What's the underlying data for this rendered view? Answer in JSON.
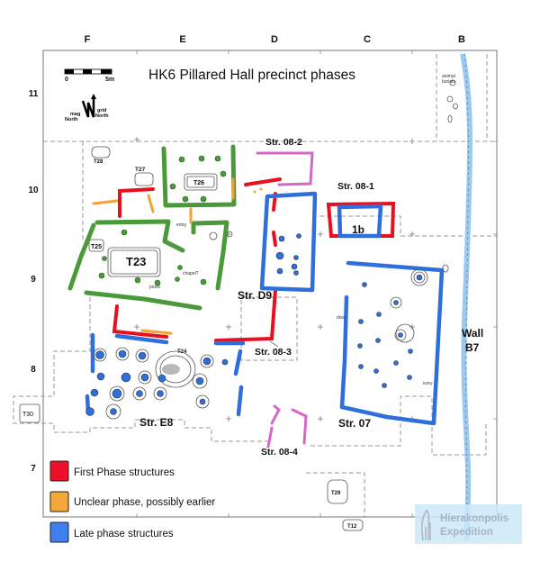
{
  "title": "HK6 Pillared Hall precinct phases",
  "grid": {
    "columns": [
      "F",
      "E",
      "D",
      "C",
      "B"
    ],
    "rows": [
      "11",
      "10",
      "9",
      "8",
      "7"
    ]
  },
  "scale_bar": {
    "start": "0",
    "end": "5m"
  },
  "north_arrow": {
    "mag": "mag",
    "mag2": "North",
    "grid": "grid",
    "grid2": "North"
  },
  "structures": {
    "str_08_2": "Str. 08-2",
    "str_08_1": "Str. 08-1",
    "str_1b": "1b",
    "str_d9": "Str. D9",
    "str_08_3": "Str. 08-3",
    "str_e8": "Str. E8",
    "str_07": "Str. 07",
    "str_08_4": "Str. 08-4",
    "wall_b7_1": "Wall",
    "wall_b7_2": "B7"
  },
  "tombs": {
    "t28": "T28",
    "t27": "T27",
    "t26": "T26",
    "t25": "T25",
    "t23": "T23",
    "t24": "T24",
    "t30": "T30",
    "t29": "T29",
    "t12": "T12"
  },
  "notes": {
    "animal": "animal",
    "burials": "burials",
    "entry": "entry",
    "chapel": "chapel?",
    "posts": "posts",
    "door": "door",
    "ivory": "ivory"
  },
  "legend": [
    {
      "label": "First Phase structures",
      "color": "#e8101f"
    },
    {
      "label": "Unclear phase, possibly earlier",
      "color": "#f5a83a"
    },
    {
      "label": "Late phase structures",
      "color": "#3f7ff0"
    }
  ],
  "watermark": {
    "line1": "Hierakonpolis",
    "line2": "Expedition"
  }
}
